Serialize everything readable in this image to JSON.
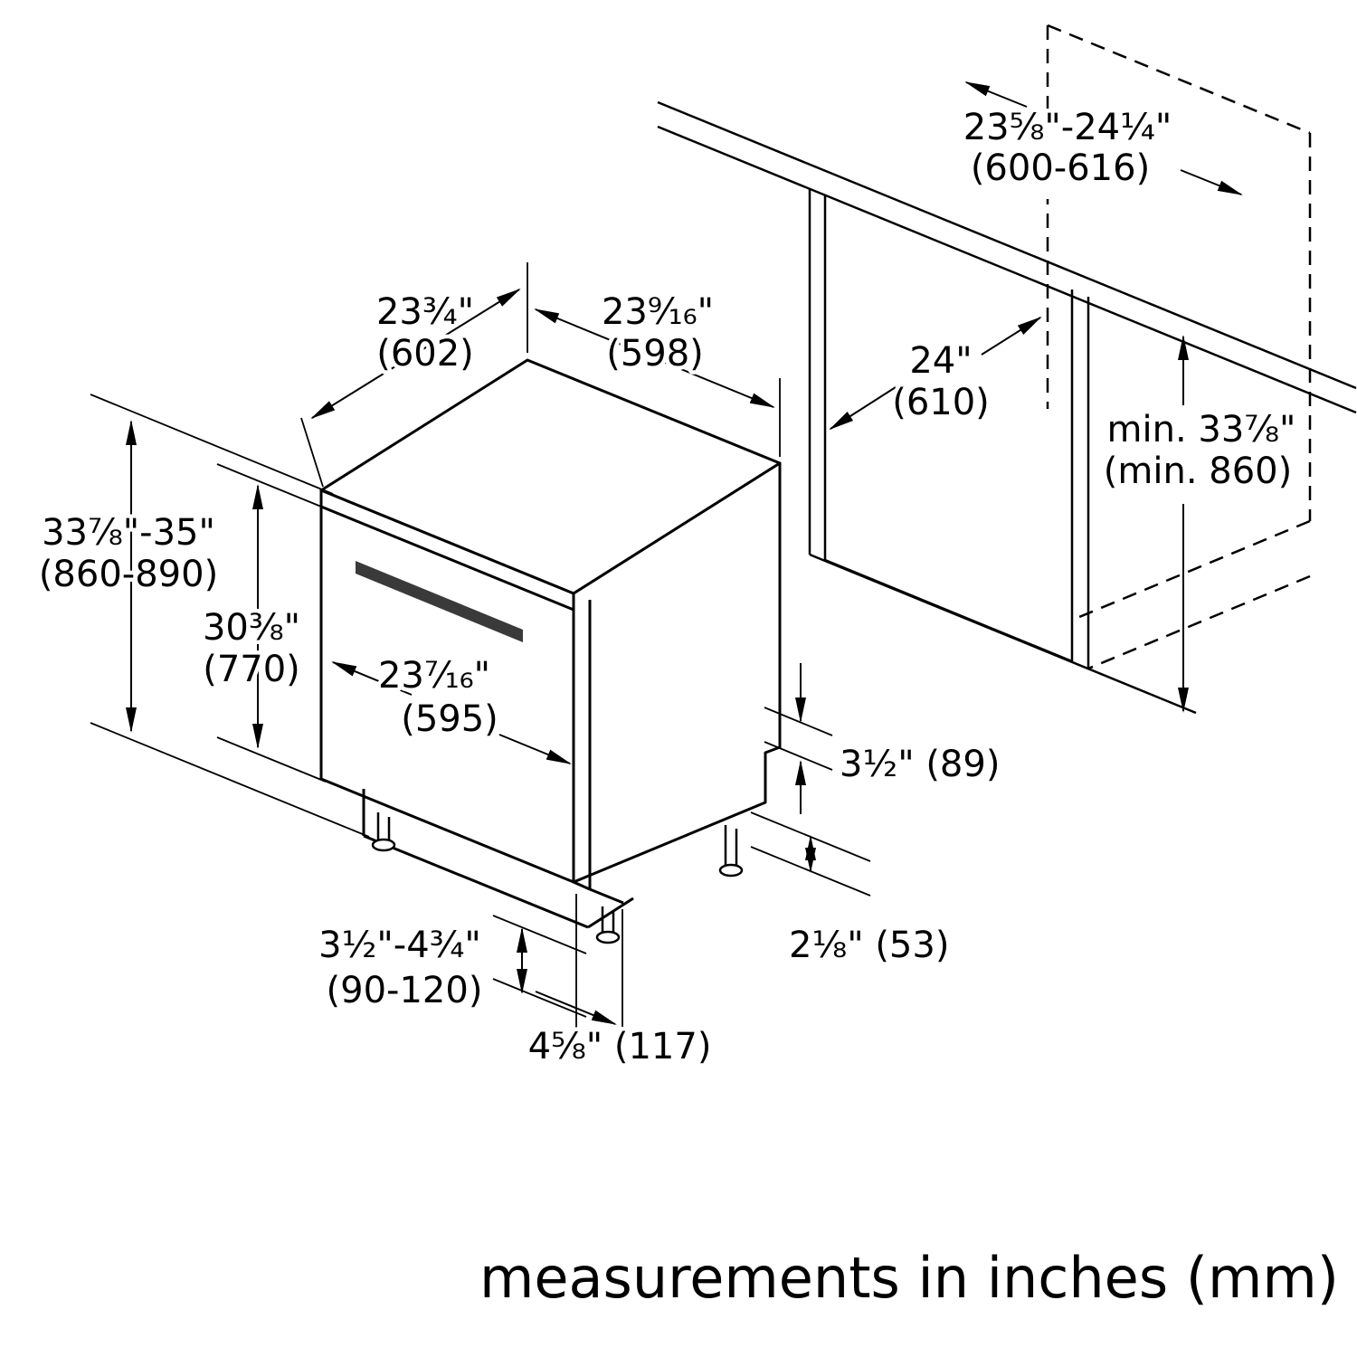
{
  "diagram": {
    "caption": "measurements in inches (mm)",
    "colors": {
      "line": "#000000",
      "handle": "#3a3a3a",
      "background": "#ffffff"
    },
    "dimensions": {
      "top_width": {
        "inches": "23³⁄₄\"",
        "mm": "(602)"
      },
      "top_depth": {
        "inches": "23⁹⁄₁₆\"",
        "mm": "(598)"
      },
      "overall_height": {
        "inches": "33⁷⁄₈\"-35\"",
        "mm": "(860-890)"
      },
      "door_height": {
        "inches": "30³⁄₈\"",
        "mm": "(770)"
      },
      "door_width": {
        "inches": "23⁷⁄₁₆\"",
        "mm": "(595)"
      },
      "rear_clearance": {
        "label": "3¹⁄₂\" (89)"
      },
      "foot_offset": {
        "label": "2¹⁄₈\" (53)"
      },
      "leg_range": {
        "inches": "3¹⁄₂\"-4³⁄₄\"",
        "mm": "(90-120)"
      },
      "toe_depth": {
        "label": "4⁵⁄₈\" (117)"
      },
      "niche_width": {
        "inches": "23⁵⁄₈\"-24¹⁄₄\"",
        "mm": "(600-616)"
      },
      "niche_depth": {
        "inches": "24\"",
        "mm": "(610)"
      },
      "niche_height": {
        "inches": "min. 33⁷⁄₈\"",
        "mm": "(min. 860)"
      }
    }
  }
}
